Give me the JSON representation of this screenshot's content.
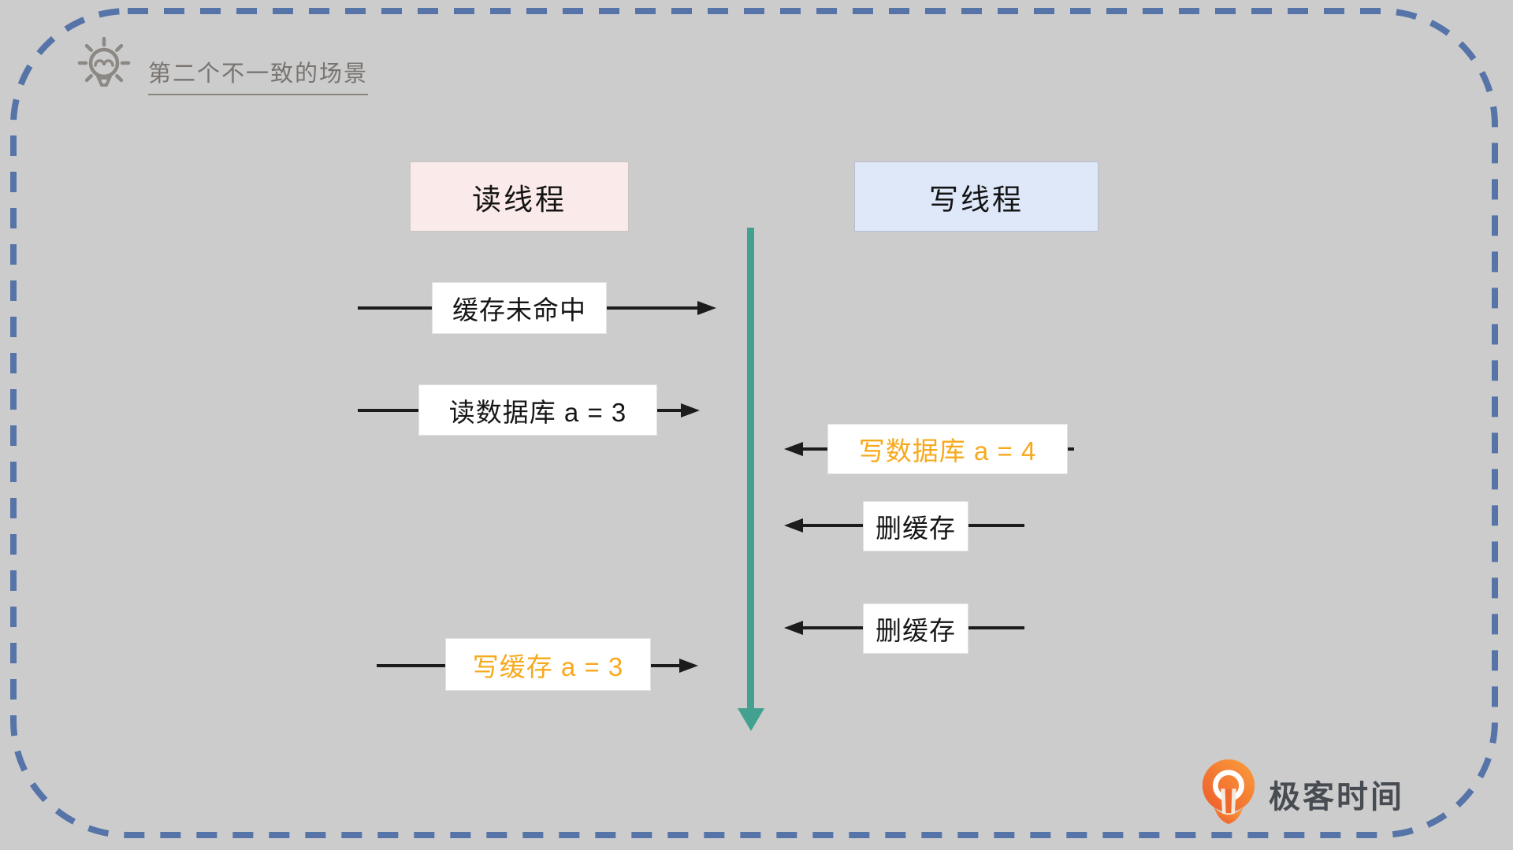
{
  "title": "第二个不一致的场景",
  "columns": {
    "read": "读线程",
    "write": "写线程"
  },
  "events": [
    {
      "label": "缓存未命中",
      "actor": "read",
      "direction": "right",
      "emphasis": "normal"
    },
    {
      "label": "读数据库 a = 3",
      "actor": "read",
      "direction": "right",
      "emphasis": "normal"
    },
    {
      "label": "写数据库 a = 4",
      "actor": "write",
      "direction": "left",
      "emphasis": "highlight"
    },
    {
      "label": "删缓存",
      "actor": "write",
      "direction": "left",
      "emphasis": "normal"
    },
    {
      "label": "删缓存",
      "actor": "write",
      "direction": "left",
      "emphasis": "normal"
    },
    {
      "label": "写缓存 a = 3",
      "actor": "read",
      "direction": "right",
      "emphasis": "highlight"
    }
  ],
  "logo": {
    "text": "极客时间"
  },
  "icons": [
    "lightbulb-icon",
    "geektime-pin-icon",
    "timeline-down-arrow"
  ],
  "colors": {
    "highlight_orange": "#F7A91D",
    "timeline_teal": "#43A18F",
    "border_dash_blue": "#5674A8",
    "read_box_bg": "#FBEAEA",
    "write_box_bg": "#DFE8F8",
    "arrow_black": "#1C1C1C",
    "bg_top": "#D9E4EE",
    "bg_bottom": "#F5E7D6"
  }
}
